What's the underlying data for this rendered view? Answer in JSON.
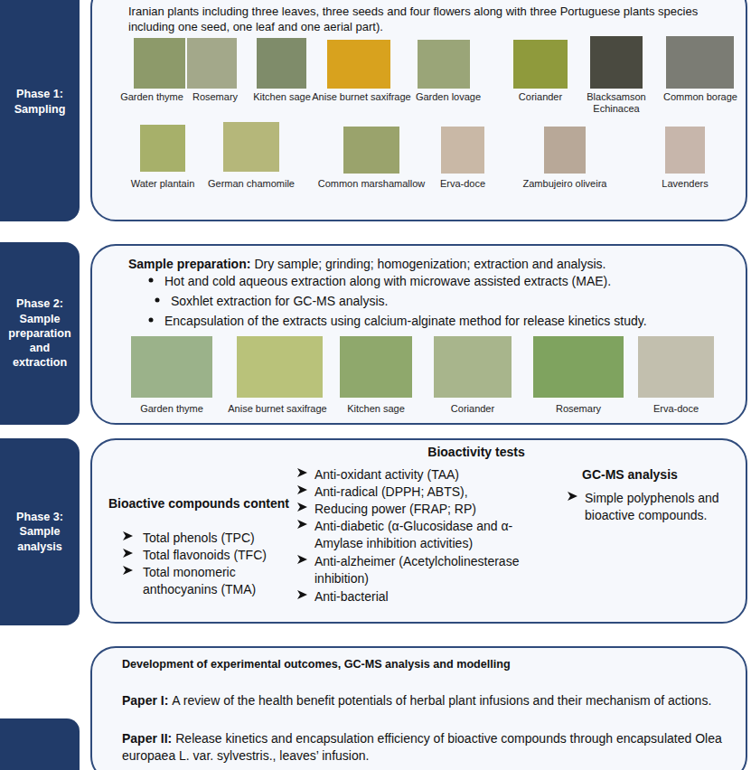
{
  "diagram": {
    "nodes": [
      {
        "text": [
          "Phase 1: Sampling"
        ]
      },
      {
        "text": [
          "Iranian plants including three leaves, three seeds and four flowers along with three Portuguese plants species including one seed, one leaf and one aerial part)."
        ]
      },
      {
        "text": [
          "Phase 2: Sample preparation and extraction"
        ]
      },
      {
        "text": [
          "Sample preparation:",
          "Dry sample; grinding; homogenization; extraction and analysis.",
          "Hot and cold aqueous extraction along with microwave assisted extracts (MAE).",
          "Soxhlet extraction for GC-MS analysis.",
          "Encapsulation of the extracts using calcium-alginate method for release kinetics study."
        ]
      },
      {
        "text": [
          "Phase 3: Sample analysis"
        ]
      },
      {
        "text": [
          "Bioactivity tests",
          "Bioactive compounds content",
          "Total phenols (TPC)",
          "Total flavonoids (TFC)",
          "Total monomeric anthocyanins (TMA)",
          "Anti-oxidant activity (TAA)",
          "Anti-radical (DPPH; ABTS),",
          "Reducing power (FRAP; RP)",
          "Anti-diabetic (α-Glucosidase and α-Amylase inhibition activities)",
          "Anti-alzheimer (Acetylcholinesterase inhibition)",
          "Anti-bacterial",
          "GC-MS analysis",
          "Simple polyphenols and bioactive compounds."
        ]
      },
      {
        "text": [
          "Development of experimental outcomes, GC-MS analysis and modelling",
          "Paper I:",
          "A review of the health benefit potentials of herbal plant infusions and their mechanism of actions.",
          "Paper II:",
          "Release kinetics and encapsulation efficiency of bioactive compounds through encapsulated Olea europaea L. var. sylvestris., leaves’ infusion."
        ]
      }
    ],
    "labels": [
      "Garden thyme",
      "Rosemary",
      "Kitchen sage",
      "Anise burnet saxifrage",
      "Garden lovage",
      "Coriander",
      "Blacksamson Echinacea",
      "Common borage",
      "Water plantain",
      "German chamomile",
      "Common marshamallow",
      "Erva-doce",
      "Zambujeiro oliveira",
      "Lavenders",
      "Garden thyme",
      "Anise burnet saxifrage",
      "Kitchen sage",
      "Coriander",
      "Rosemary",
      "Erva-doce"
    ]
  }
}
